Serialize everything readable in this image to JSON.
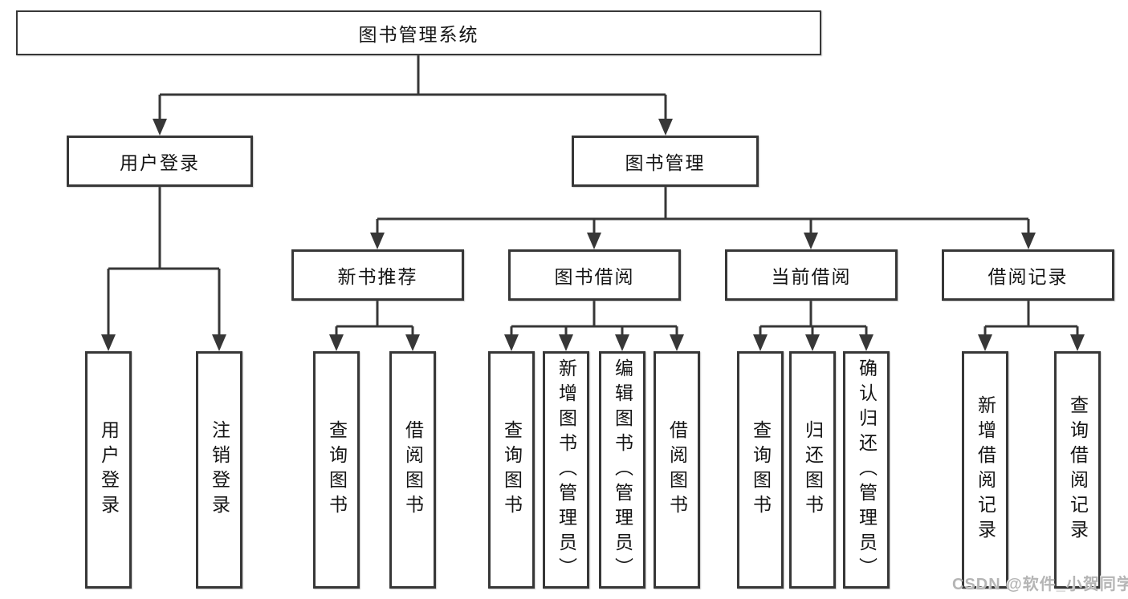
{
  "nodes": {
    "root": "图书管理系统",
    "level2": {
      "user_login": "用户登录",
      "book_mgmt": "图书管理"
    },
    "level3": {
      "new_book_rec": "新书推荐",
      "book_borrow": "图书借阅",
      "current_borrow": "当前借阅",
      "borrow_records": "借阅记录"
    },
    "leaves": {
      "user_login": [
        "用户登录",
        "注销登录"
      ],
      "new_book_rec": [
        "查询图书",
        "借阅图书"
      ],
      "book_borrow": [
        "查询图书",
        "新增图书（管理员）",
        "编辑图书（管理员）",
        "借阅图书"
      ],
      "current_borrow": [
        "查询图书",
        "归还图书",
        "确认归还（管理员）"
      ],
      "borrow_records": [
        "新增借阅记录",
        "查询借阅记录"
      ]
    }
  },
  "watermark": "CSDN @软件_小贺同学",
  "colors": {
    "line": "#373737",
    "box_border": "#373737",
    "text": "#151515",
    "background": "#ffffff",
    "watermark": "#b5b5b5"
  }
}
